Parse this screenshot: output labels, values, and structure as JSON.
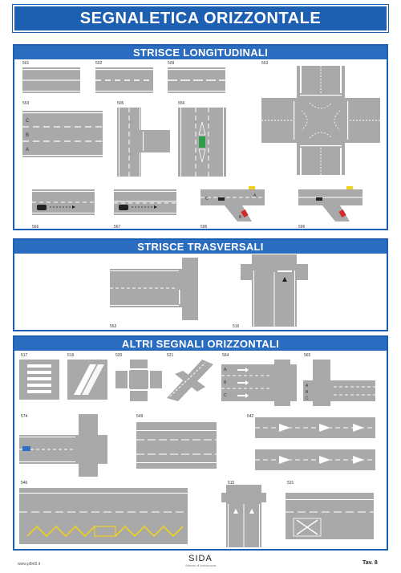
{
  "header": {
    "title": "SEGNALETICA ORIZZONTALE"
  },
  "sections": {
    "longitudinali": {
      "title": "STRISCE LONGITUDINALI",
      "codes": [
        "501",
        "502",
        "509",
        "553",
        "505",
        "556",
        "543",
        "566",
        "567",
        "595",
        "596"
      ],
      "lane_labels": [
        "C",
        "B",
        "A"
      ],
      "turn_labels": [
        "C",
        "B",
        "A"
      ]
    },
    "trasversali": {
      "title": "STRISCE TRASVERSALI",
      "codes": [
        "563",
        "516"
      ]
    },
    "altri": {
      "title": "ALTRI SEGNALI ORIZZONTALI",
      "codes": [
        "517",
        "519",
        "520",
        "521",
        "564",
        "565",
        "574",
        "549",
        "542",
        "546",
        "515",
        "531"
      ],
      "lane_labels": [
        "A",
        "B",
        "C"
      ]
    }
  },
  "footer": {
    "left_text": "www.p8ni8.it",
    "logo": "SIDA",
    "logo_sub": "Sistemi di Autoscuola",
    "plate": "Tav. 8"
  },
  "colors": {
    "accent": "#1d5fb0",
    "road": "#a9a9a9",
    "marking": "#ffffff",
    "car_red": "#d22a2a",
    "car_yellow": "#f0d020",
    "median_green": "#2e9e4a",
    "car_blue": "#2f6fc6"
  },
  "icons": [
    "car-icon",
    "arrow-icon"
  ]
}
